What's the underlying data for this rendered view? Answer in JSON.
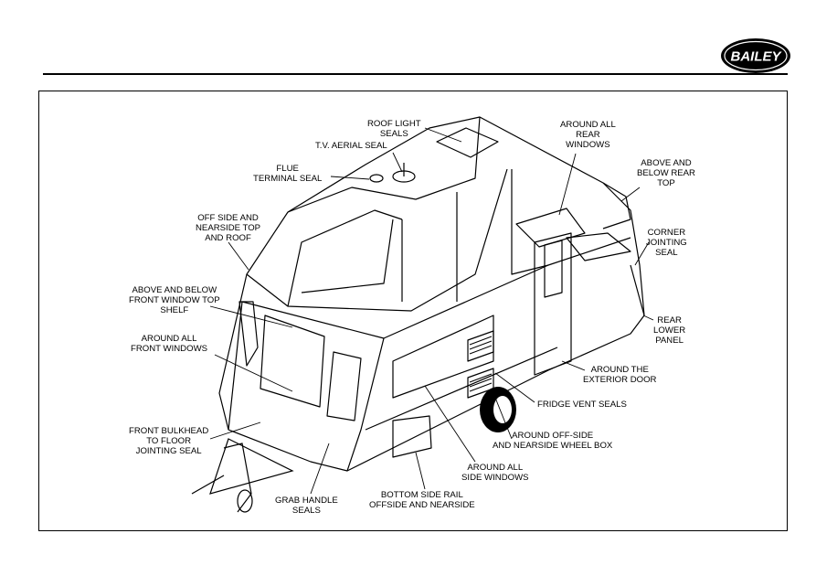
{
  "brand": {
    "logo_text": "BAILEY"
  },
  "labels": {
    "roof_light": "ROOF LIGHT\nSEALS",
    "tv_aerial": "T.V. AERIAL SEAL",
    "flue": "FLUE\nTERMINAL SEAL",
    "rear_windows": "AROUND ALL\nREAR\nWINDOWS",
    "rear_top": "ABOVE AND\nBELOW REAR\nTOP",
    "off_side_roof": "OFF SIDE AND\nNEARSIDE TOP\nAND ROOF",
    "corner_jointing": "CORNER\nJOINTING\nSEAL",
    "front_window_shelf": "ABOVE AND BELOW\nFRONT WINDOW TOP\nSHELF",
    "rear_lower": "REAR\nLOWER\nPANEL",
    "front_windows": "AROUND ALL\nFRONT WINDOWS",
    "exterior_door": "AROUND THE\nEXTERIOR DOOR",
    "fridge_vent": "FRIDGE VENT SEALS",
    "front_bulkhead": "FRONT BULKHEAD\nTO FLOOR\nJOINTING SEAL",
    "wheel_box": "AROUND OFF-SIDE\nAND NEARSIDE WHEEL BOX",
    "side_windows": "AROUND ALL\nSIDE WINDOWS",
    "grab_handle": "GRAB HANDLE\nSEALS",
    "bottom_rail": "BOTTOM SIDE RAIL\nOFFSIDE AND NEARSIDE"
  }
}
